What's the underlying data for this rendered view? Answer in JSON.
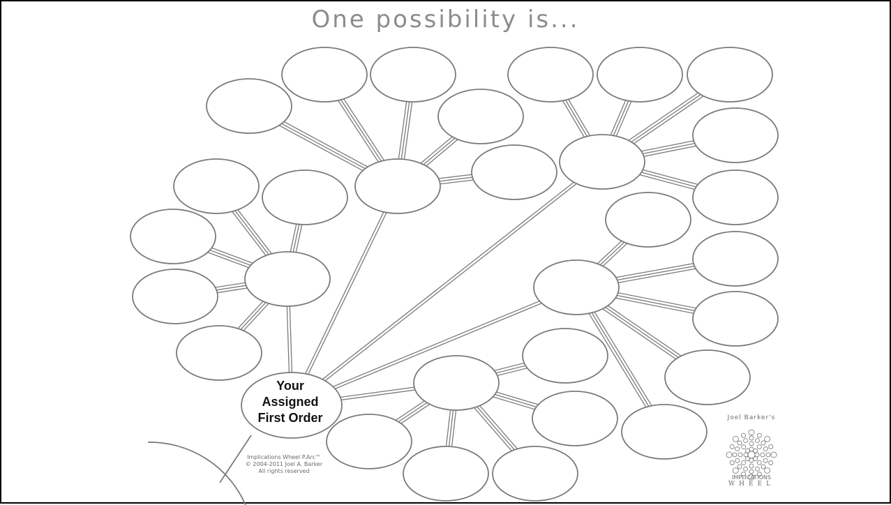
{
  "slide": {
    "title": "One possibility is..."
  },
  "center_node": {
    "line1": "Your",
    "line2": "Assigned",
    "line3": "First Order"
  },
  "copyright": {
    "line1": "Implications Wheel P.Arc™",
    "line2": "© 2004-2011 Joel A. Barker",
    "line3": "All rights reserved"
  },
  "logo": {
    "top_text": "Joel Barker's",
    "bottom_text": "IMPLICATIONS",
    "bottom_text2": "WHEEL"
  },
  "colors": {
    "stroke": "#7a7a7a",
    "title": "#8c8c8c",
    "border": "#000000"
  }
}
